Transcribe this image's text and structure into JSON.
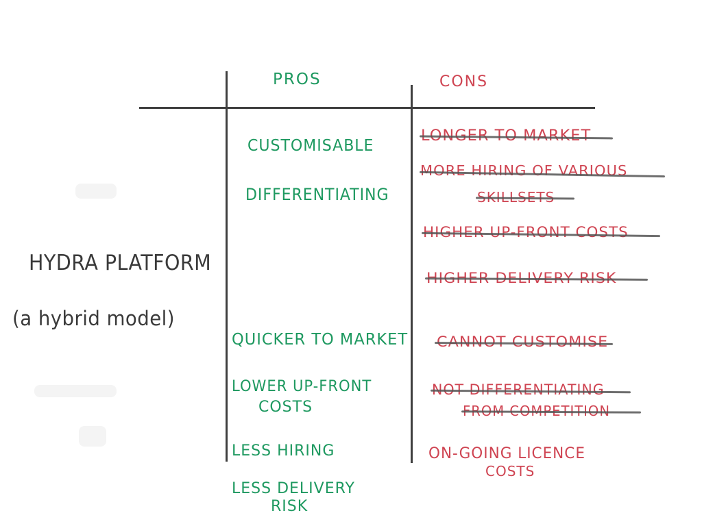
{
  "left_label": {
    "title": "HYDRA PLATFORM",
    "subtitle": "(a hybrid model)"
  },
  "headers": {
    "pros": "PROS",
    "cons": "CONS"
  },
  "pros": [
    {
      "line1": "CUSTOMISABLE"
    },
    {
      "line1": "DIFFERENTIATING"
    },
    {
      "line1": "QUICKER TO MARKET"
    },
    {
      "line1": "LOWER  UP-FRONT",
      "line2": "COSTS"
    },
    {
      "line1": "LESS HIRING"
    },
    {
      "line1": "LESS DELIVERY",
      "line2": "RISK"
    }
  ],
  "cons": [
    {
      "line1": "LONGER TO MARKET",
      "struck": true
    },
    {
      "line1": "MORE HIRING OF VARIOUS",
      "line2": "SKILLSETS",
      "struck": true
    },
    {
      "line1": "HIGHER UP-FRONT COSTS",
      "struck": true
    },
    {
      "line1": "HIGHER DELIVERY RISK",
      "struck": true
    },
    {
      "line1": "CANNOT CUSTOMISE",
      "struck": true
    },
    {
      "line1": "NOT DIFFERENTIATING",
      "line2": "FROM COMPETITION",
      "struck": true
    },
    {
      "line1": "ON-GOING LICENCE",
      "line2": "COSTS",
      "struck": false
    }
  ],
  "colors": {
    "pros": "#1e9960",
    "cons": "#cf4452",
    "ink": "#3a3a3a",
    "strike": "#555555"
  }
}
